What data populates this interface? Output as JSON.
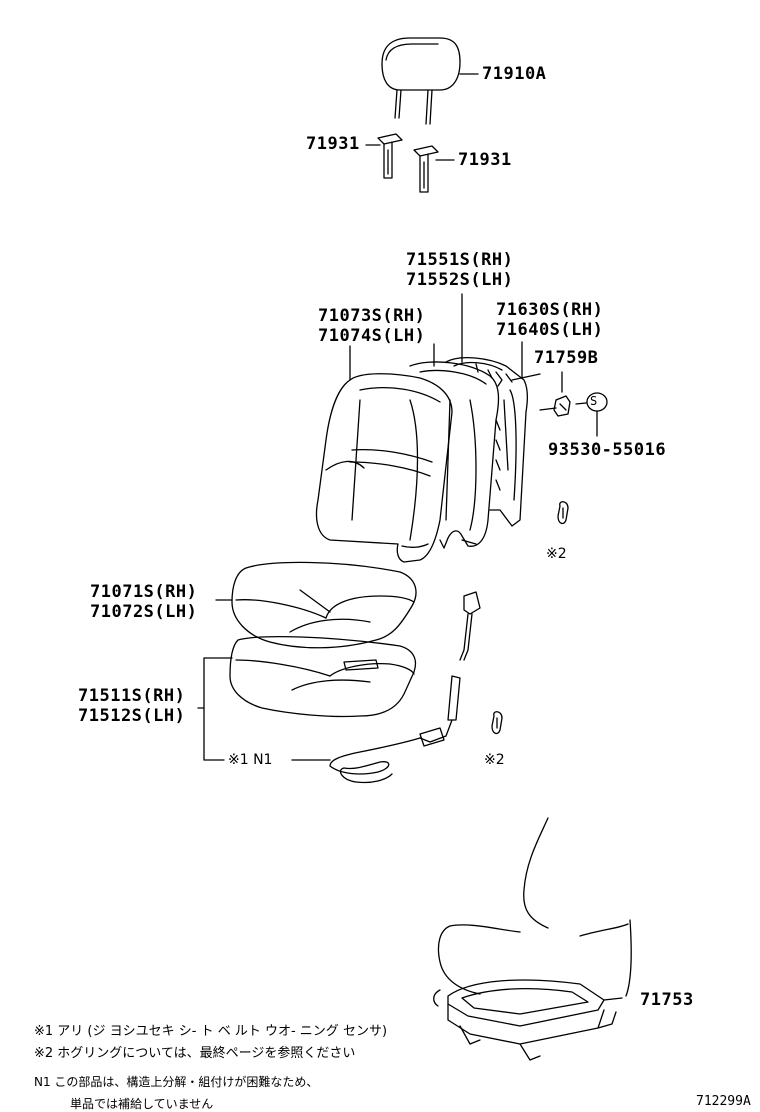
{
  "labels": {
    "headrest": "71910A",
    "support_left": "71931",
    "support_right": "71931",
    "back_cover_rh": "71551S(RH)",
    "back_cover_lh": "71552S(LH)",
    "back_pad_rh": "71073S(RH)",
    "back_pad_lh": "71074S(LH)",
    "back_frame_rh": "71630S(RH)",
    "back_frame_lh": "71640S(LH)",
    "bracket": "71759B",
    "screw": "93530-55016",
    "ring_upper_mark": "※2",
    "cushion_pad_rh": "71071S(RH)",
    "cushion_pad_lh": "71072S(LH)",
    "cushion_cover_rh": "71511S(RH)",
    "cushion_cover_lh": "71512S(LH)",
    "sensor_ref": "※1 N1",
    "ring_lower_mark": "※2",
    "frame_part": "71753"
  },
  "notes": {
    "note1": "※1  アリ (ジ ヨシユセキ  シ- ト  ベ ルト  ウオ- ニング   センサ)",
    "note2": "※2  ホグリングについては、最終ページを参照ください",
    "note3": "N1 この部品は、構造上分解・組付けが困難なため、",
    "note4": "単品では補給していません"
  },
  "screw_symbol": "S",
  "diagram_code": "712299A"
}
